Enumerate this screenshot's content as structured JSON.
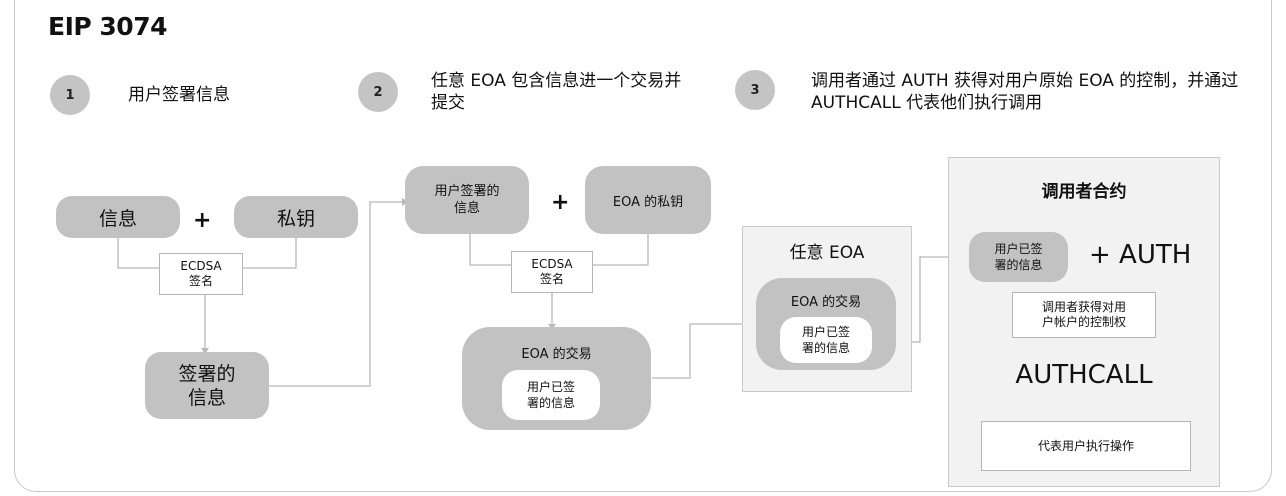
{
  "title": "EIP 3074",
  "steps": [
    {
      "num": "1",
      "text": "用户签署信息"
    },
    {
      "num": "2",
      "text": "任意 EOA 包含信息进一个交易并提交"
    },
    {
      "num": "3",
      "text": "调用者通过 AUTH 获得对用户原始 EOA 的控制，并通过 AUTHCALL 代表他们执行调用"
    }
  ],
  "stage1": {
    "message": "信息",
    "private_key": "私钥",
    "plus": "+",
    "ecdsa": "ECDSA",
    "sign": "签名",
    "signed_message": "签署的信息"
  },
  "stage2": {
    "user_signed_message": "用户签署的信息",
    "eoa_private_key": "EOA 的私钥",
    "plus": "+",
    "ecdsa": "ECDSA",
    "sign": "签名",
    "eoa_tx": "EOA 的交易",
    "inner_message": "用户已签署的信息"
  },
  "stage3": {
    "panel_title": "任意 EOA",
    "eoa_tx": "EOA 的交易",
    "inner_message": "用户已签署的信息"
  },
  "stage4": {
    "panel_title": "调用者合约",
    "user_signed": "用户已签署的信息",
    "plus_auth": "+ AUTH",
    "control": "调用者获得对用户帐户的控制权",
    "authcall": "AUTHCALL",
    "execute": "代表用户执行操作"
  },
  "colors": {
    "pill": "#c2c2c2",
    "panel": "#f2f2f2",
    "line": "#b8b8b8"
  }
}
